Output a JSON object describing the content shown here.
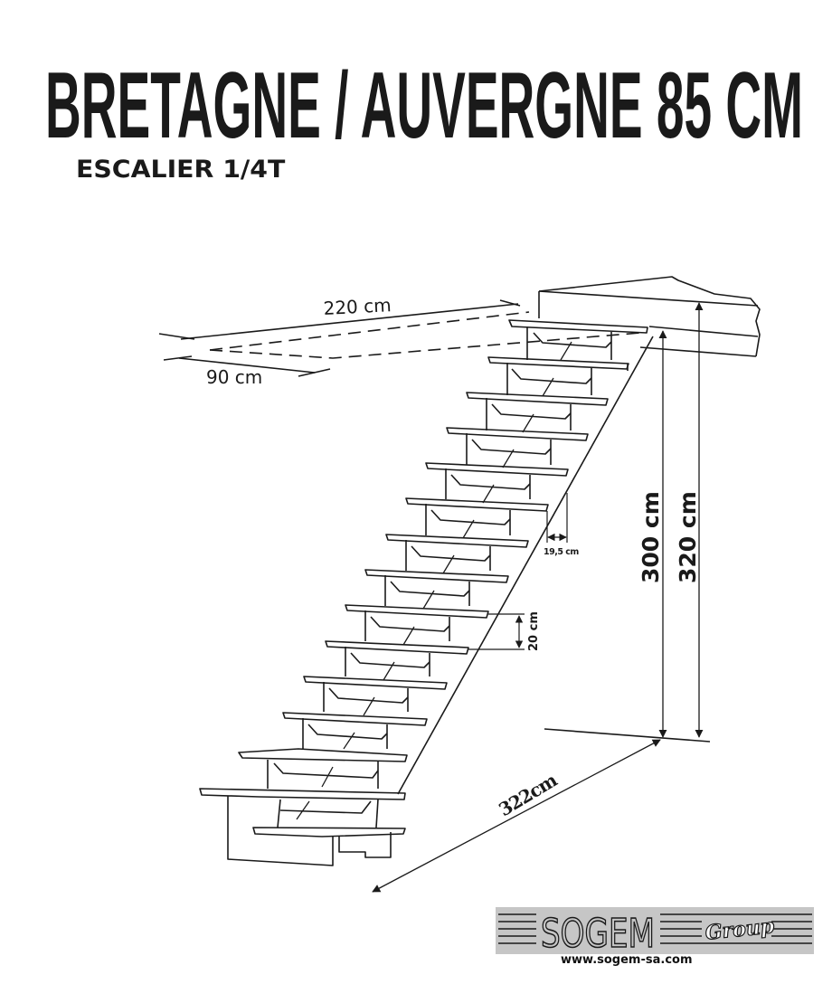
{
  "header": {
    "title": "BRETAGNE / AUVERGNE 85 CM",
    "subtitle": "ESCALIER 1/4T"
  },
  "dimensions": {
    "top_length": "220 cm",
    "top_width": "90 cm",
    "tread_depth": "19,5 cm",
    "riser_height": "20 cm",
    "floor_to_floor": "300 cm",
    "total_height": "320 cm",
    "footprint_diagonal": "322cm"
  },
  "stair": {
    "type": "quarter-turn",
    "straight_steps": 12,
    "winder_steps": 3
  },
  "logo": {
    "brand": "SOGEM",
    "tagline": "Group",
    "url": "www.sogem-sa.com",
    "background": "#c6c6c6"
  },
  "colors": {
    "ink": "#1a1a1a",
    "background": "#ffffff"
  }
}
